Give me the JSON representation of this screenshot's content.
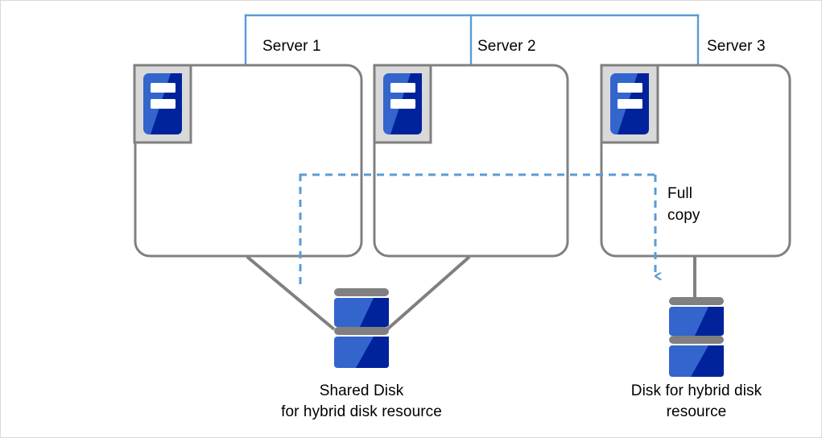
{
  "diagram": {
    "type": "infrastructure-diagram",
    "title": "Hybrid disk resource with shared disk and mirror disk",
    "background_color": "#ffffff",
    "border_color": "#d9d9d9",
    "colors": {
      "network_line": "#5b9bd5",
      "dashed_copy_line": "#5b9bd5",
      "server_box_outline": "#808080",
      "connector_line": "#808080",
      "disk_band": "#808080",
      "icon_frame": "#808080",
      "icon_frame_fill": "#d9d9d9",
      "icon_blue_light": "#3465cd",
      "icon_blue_dark": "#00239c",
      "disk_blue_light": "#3465cd",
      "disk_blue_dark": "#00239c",
      "text": "#000000"
    },
    "servers": [
      {
        "id": "server-1",
        "label": "Server 1",
        "icon": "server-icon",
        "has_network_drop": true,
        "connects_to": "shared-disk"
      },
      {
        "id": "server-2",
        "label": "Server 2",
        "icon": "server-icon",
        "has_network_drop": true,
        "connects_to": "shared-disk"
      },
      {
        "id": "server-3",
        "label": "Server 3",
        "icon": "server-icon",
        "has_network_drop": true,
        "connects_to": "mirror-disk"
      }
    ],
    "disks": [
      {
        "id": "shared-disk",
        "caption_line_1": "Shared Disk",
        "caption_line_2": "for hybrid disk resource",
        "icon": "database-disk-icon"
      },
      {
        "id": "mirror-disk",
        "caption_line_1": "Disk for hybrid disk",
        "caption_line_2": "resource",
        "icon": "database-disk-icon"
      }
    ],
    "annotations": [
      {
        "id": "full-copy",
        "line_1": "Full",
        "line_2": "copy",
        "style": "dashed-arrow",
        "direction": "down",
        "from": "shared-disk",
        "to": "mirror-disk"
      }
    ]
  }
}
